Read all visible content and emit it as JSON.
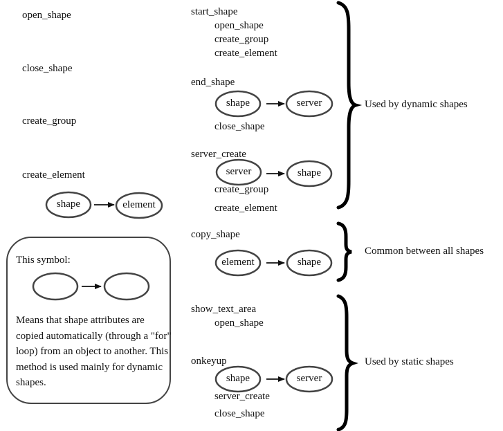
{
  "left_functions": {
    "open_shape": "open_shape",
    "close_shape": "close_shape",
    "create_group": "create_group",
    "create_element": "create_element",
    "create_element_flow": {
      "from": "shape",
      "to": "element"
    }
  },
  "groups": {
    "dynamic": {
      "label": "Used by dynamic shapes",
      "start_shape": {
        "title": "start_shape",
        "calls": [
          "open_shape",
          "create_group",
          "create_element"
        ]
      },
      "end_shape": {
        "title": "end_shape",
        "flow": {
          "from": "shape",
          "to": "server"
        },
        "calls": [
          "close_shape"
        ]
      },
      "server_create": {
        "title": "server_create",
        "flow": {
          "from": "server",
          "to": "shape"
        },
        "calls": [
          "create_group",
          "create_element"
        ]
      }
    },
    "common": {
      "label": "Common between all shapes",
      "copy_shape": {
        "title": "copy_shape",
        "flow": {
          "from": "element",
          "to": "shape"
        }
      }
    },
    "static": {
      "label": "Used by static shapes",
      "show_text_area": {
        "title": "show_text_area",
        "calls": [
          "open_shape"
        ]
      },
      "onkeyup": {
        "title": "onkeyup",
        "flow": {
          "from": "shape",
          "to": "server"
        },
        "calls": [
          "server_create",
          "close_shape"
        ]
      }
    }
  },
  "legend": {
    "title": "This symbol:",
    "description": "Means that shape attributes are copied automatically (through a \"for\" loop) from an object to another. This method is used mainly for dynamic shapes."
  }
}
